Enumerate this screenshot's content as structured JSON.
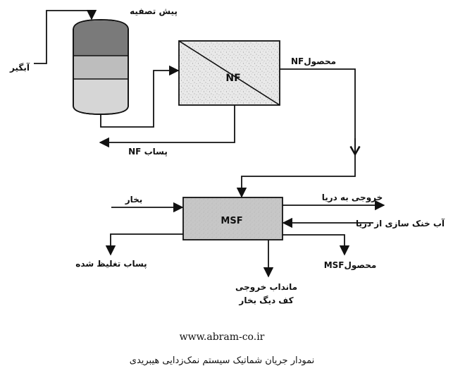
{
  "labels": {
    "pretreatment": "پیش تصفیه",
    "intake": "آبگیر",
    "nf_box": "NF",
    "nf_product": "محصولNF",
    "nf_reject": "پساب NF",
    "steam": "بخار",
    "msf_box": "MSF",
    "sea_outlet": "خروجی به دریا",
    "sea_cooling": "آب خنک سازی از دریا",
    "concentrated_reject": "پساب تغلیظ شده",
    "msf_product": "محصولMSF",
    "brine_line1": "مانداب خروجی",
    "brine_line2": "کف دیگ بخار"
  },
  "footer": {
    "website": "www.abram-co.ir",
    "caption": "نمودار جریان شماتیک سیستم نمک‌زدایی هیبریدی"
  }
}
